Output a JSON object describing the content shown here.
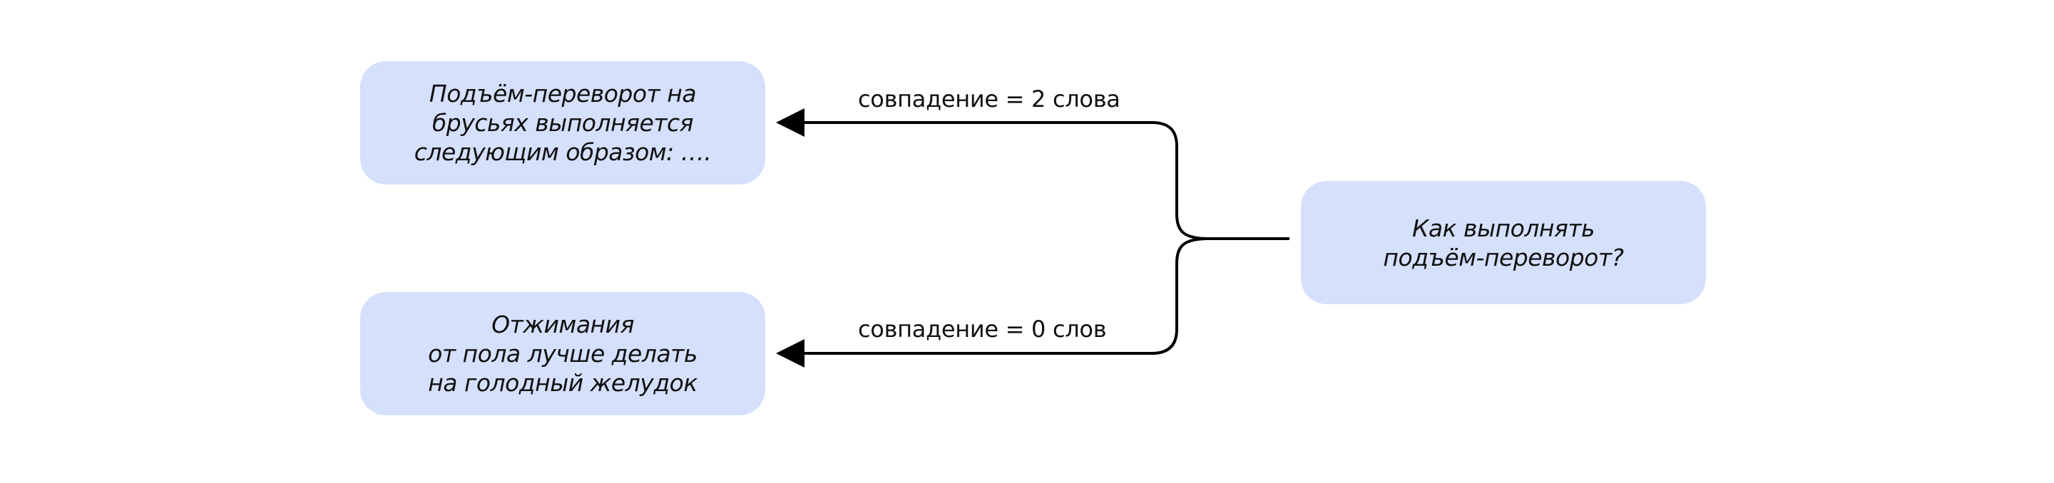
{
  "colors": {
    "node_fill": "#d5e0fc",
    "line": "#000000"
  },
  "documents": [
    {
      "lines": [
        "Подъём-переворот на",
        "брусьях выполняется",
        "следующим образом: …."
      ]
    },
    {
      "lines": [
        "Отжимания",
        "от пола лучше делать",
        "на голодный желудок"
      ]
    }
  ],
  "query": {
    "lines": [
      "Как выполнять",
      "подъём-переворот?"
    ]
  },
  "edges": [
    {
      "label": "совпадение = 2 слова"
    },
    {
      "label": "совпадение = 0 слов"
    }
  ]
}
